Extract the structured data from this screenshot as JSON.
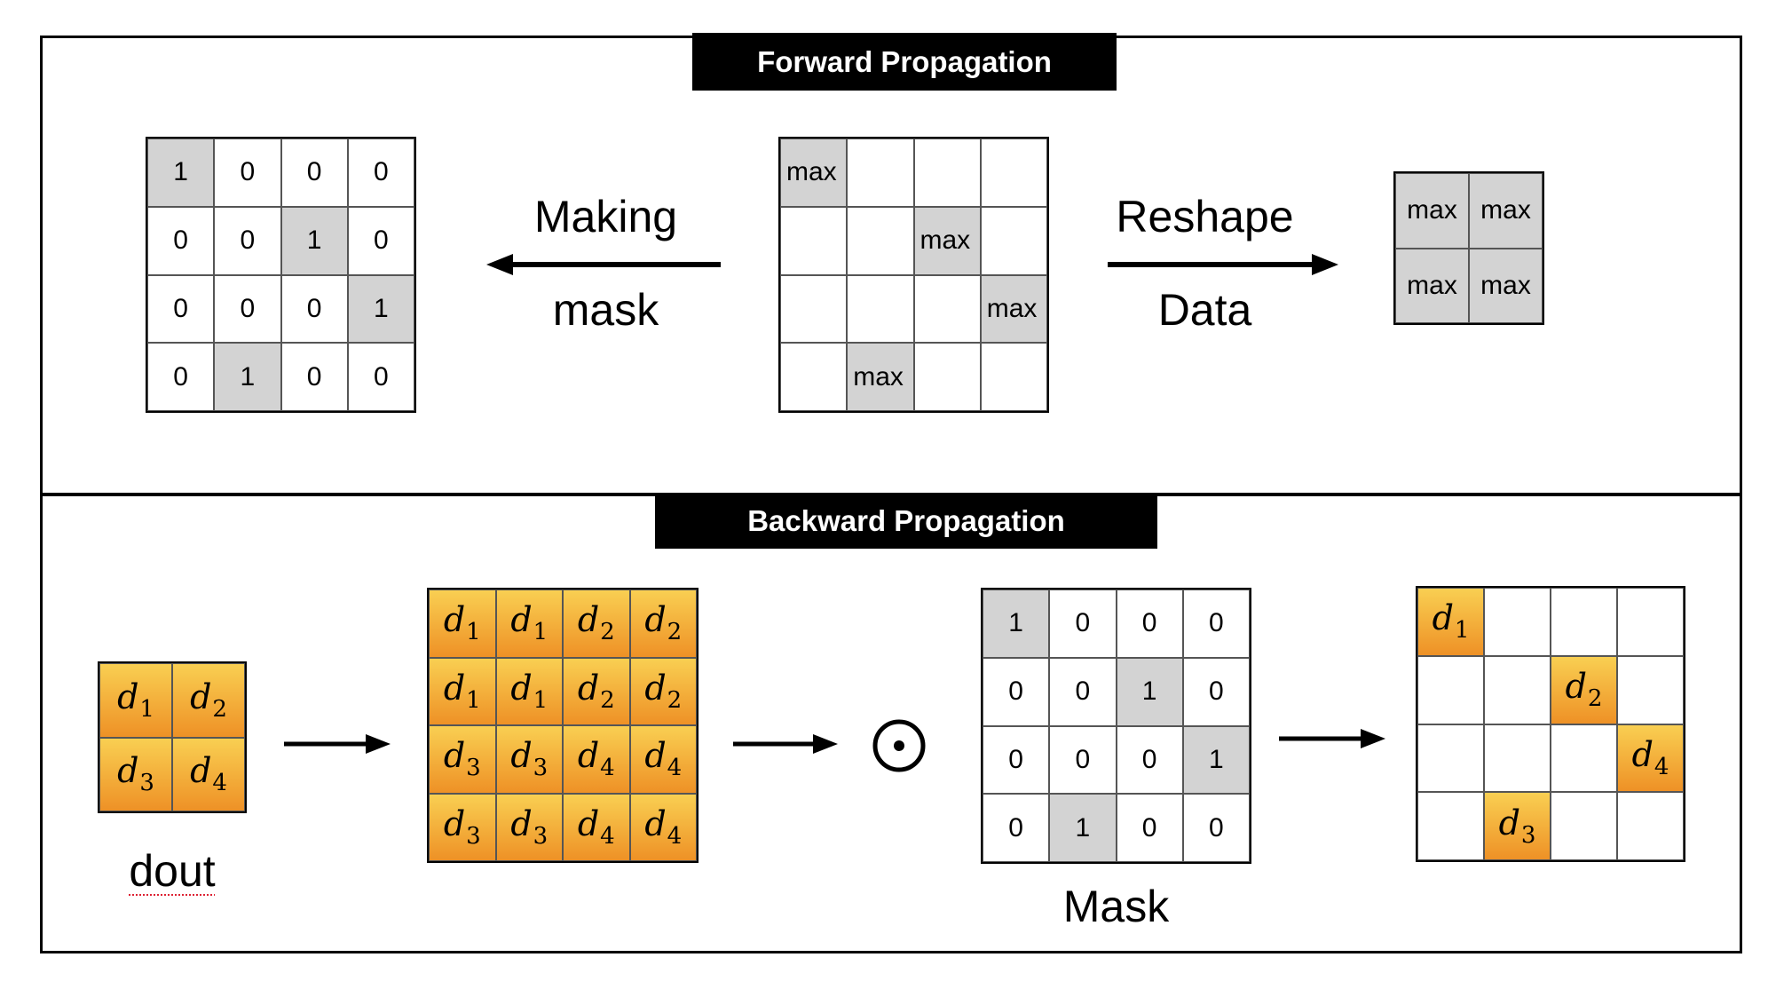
{
  "forward": {
    "title": "Forward  Propagation",
    "mask_grid": [
      [
        "1",
        "0",
        "0",
        "0"
      ],
      [
        "0",
        "0",
        "1",
        "0"
      ],
      [
        "0",
        "0",
        "0",
        "1"
      ],
      [
        "0",
        "1",
        "0",
        "0"
      ]
    ],
    "input_grid": [
      [
        "max",
        "",
        "",
        ""
      ],
      [
        "",
        "",
        "max",
        ""
      ],
      [
        "",
        "",
        "",
        "max"
      ],
      [
        "",
        "max",
        "",
        ""
      ]
    ],
    "output_grid": [
      [
        "max",
        "max"
      ],
      [
        "max",
        "max"
      ]
    ],
    "making_label": "Making",
    "mask_label": "mask",
    "reshape_label": "Reshape",
    "data_label": "Data"
  },
  "backward": {
    "title": "Backward Propagation",
    "dout_grid": [
      [
        "1",
        "2"
      ],
      [
        "3",
        "4"
      ]
    ],
    "dout_label": "dout",
    "expanded_grid": [
      [
        "1",
        "1",
        "2",
        "2"
      ],
      [
        "1",
        "1",
        "2",
        "2"
      ],
      [
        "3",
        "3",
        "4",
        "4"
      ],
      [
        "3",
        "3",
        "4",
        "4"
      ]
    ],
    "operator": "⊙",
    "mask_grid": [
      [
        "1",
        "0",
        "0",
        "0"
      ],
      [
        "0",
        "0",
        "1",
        "0"
      ],
      [
        "0",
        "0",
        "0",
        "1"
      ],
      [
        "0",
        "1",
        "0",
        "0"
      ]
    ],
    "mask_caption": "Mask",
    "result_grid": [
      [
        "1",
        "",
        "",
        ""
      ],
      [
        "",
        "",
        "2",
        ""
      ],
      [
        "",
        "",
        "",
        "4"
      ],
      [
        "",
        "3",
        "",
        ""
      ]
    ],
    "d_symbol": "d"
  },
  "colors": {
    "highlight_gray": "#d3d3d3",
    "gradient_top": "#f9cf52",
    "gradient_bottom": "#ee9126",
    "banner": "#000000"
  }
}
